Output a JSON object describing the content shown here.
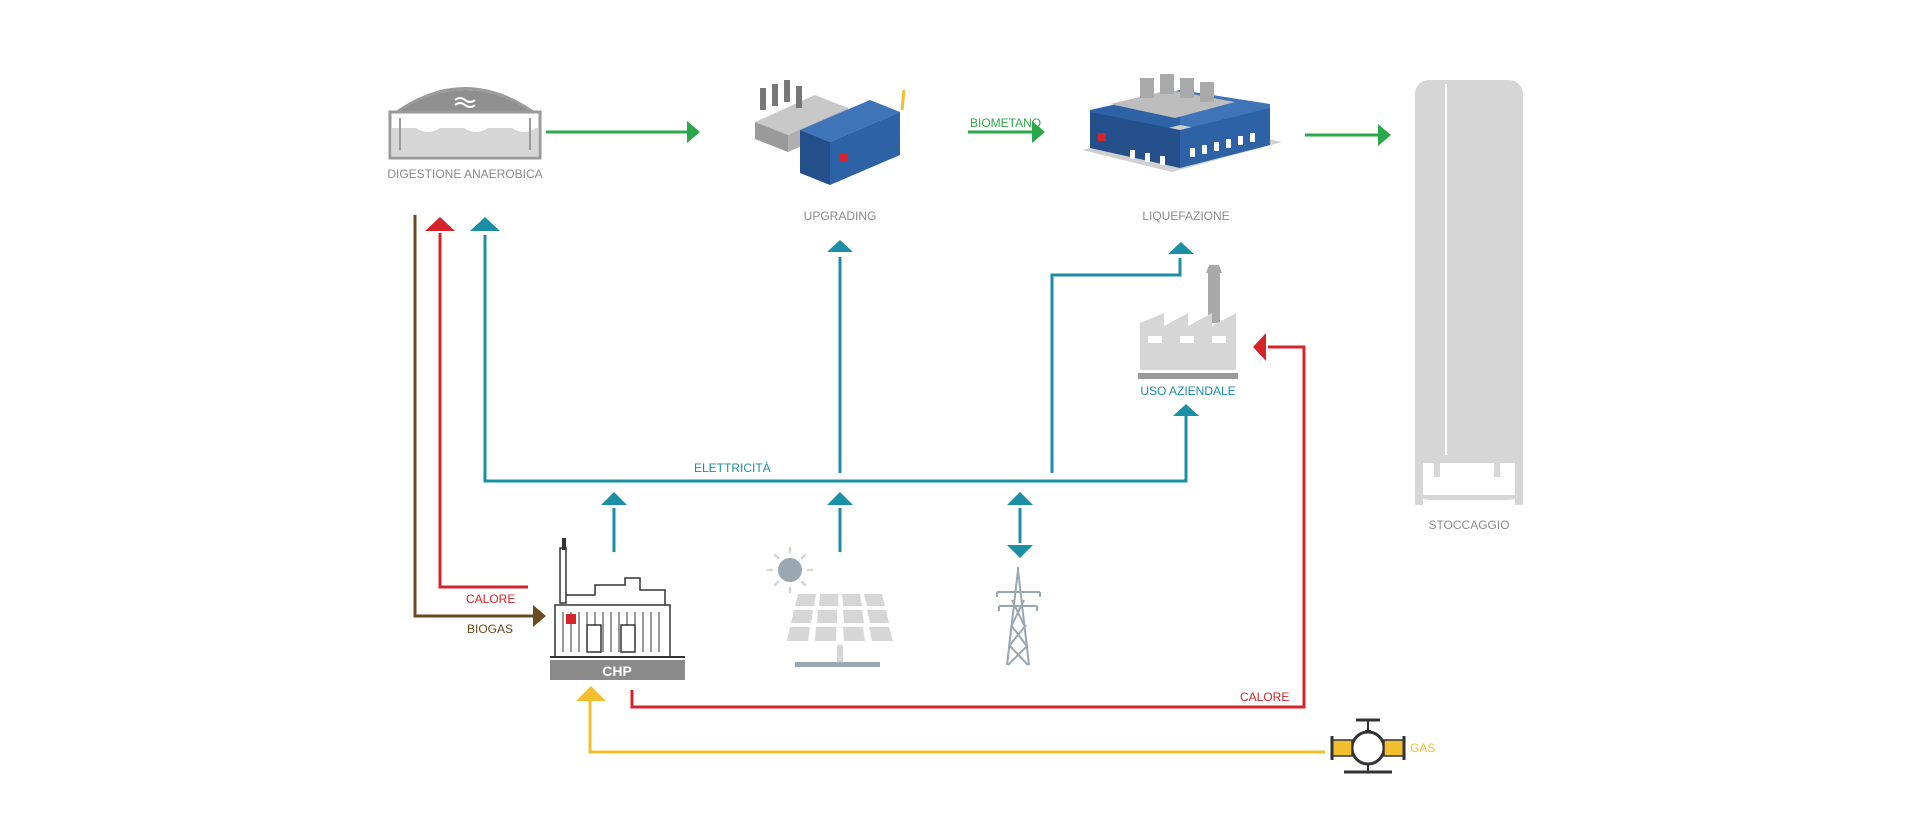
{
  "nodes": {
    "digestion": "DIGESTIONE ANAEROBICA",
    "upgrading": "UPGRADING",
    "liquefaction": "LIQUEFAZIONE",
    "storage": "STOCCAGGIO",
    "company_use": "USO AZIENDALE",
    "chp": "CHP",
    "gas": "GAS"
  },
  "flows": {
    "biomethane": "BIOMETANO",
    "electricity": "ELETTRICITÀ",
    "heat_to_digestion": "CALORE",
    "biogas": "BIOGAS",
    "heat_to_company": "CALORE"
  },
  "colors": {
    "electricity": "#1a8fa6",
    "gas_flow": "#2aa84a",
    "heat": "#d4242a",
    "biogas": "#6b4a1f",
    "natural_gas": "#f1be2d",
    "equipment": "#d6d6d6"
  }
}
